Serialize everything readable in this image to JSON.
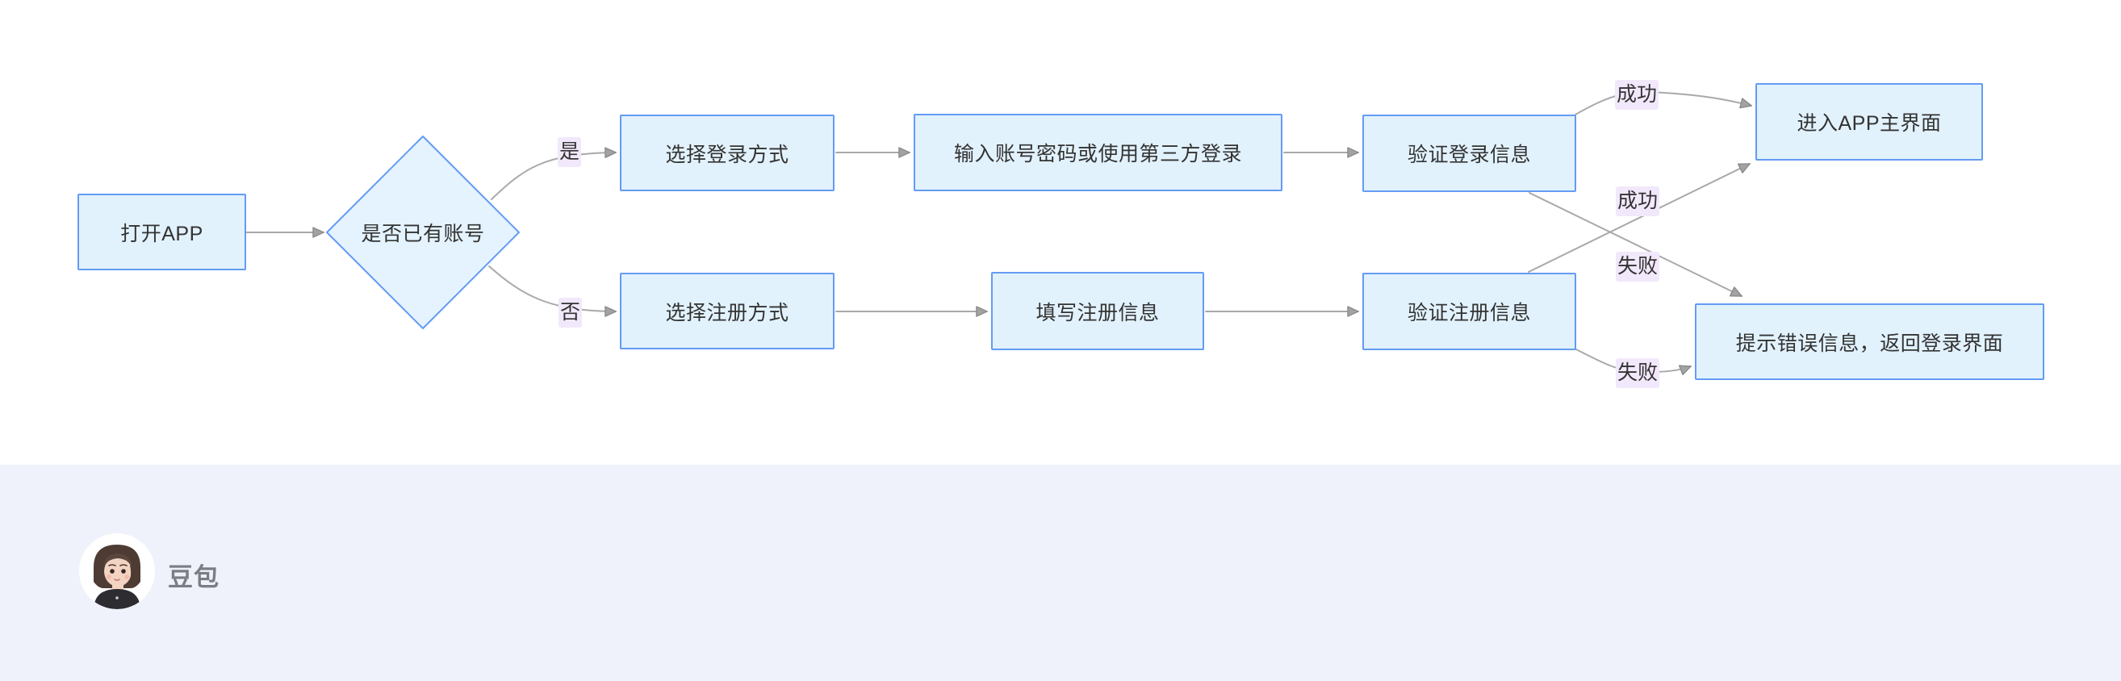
{
  "flowchart": {
    "nodes": {
      "open_app": {
        "label": "打开APP"
      },
      "has_account": {
        "label": "是否已有账号",
        "shape": "diamond"
      },
      "choose_login": {
        "label": "选择登录方式"
      },
      "input_account": {
        "label": "输入账号密码或使用第三方登录"
      },
      "verify_login": {
        "label": "验证登录信息"
      },
      "enter_main": {
        "label": "进入APP主界面"
      },
      "choose_register": {
        "label": "选择注册方式"
      },
      "fill_register": {
        "label": "填写注册信息"
      },
      "verify_register": {
        "label": "验证注册信息"
      },
      "error_message": {
        "label": "提示错误信息，返回登录界面"
      }
    },
    "edge_labels": {
      "yes": "是",
      "no": "否",
      "success": "成功",
      "fail": "失败"
    },
    "edges": [
      {
        "from": "open_app",
        "to": "has_account",
        "label": ""
      },
      {
        "from": "has_account",
        "to": "choose_login",
        "label": "是"
      },
      {
        "from": "has_account",
        "to": "choose_register",
        "label": "否"
      },
      {
        "from": "choose_login",
        "to": "input_account",
        "label": ""
      },
      {
        "from": "input_account",
        "to": "verify_login",
        "label": ""
      },
      {
        "from": "verify_login",
        "to": "enter_main",
        "label": "成功"
      },
      {
        "from": "verify_login",
        "to": "error_message",
        "label": "失败"
      },
      {
        "from": "choose_register",
        "to": "fill_register",
        "label": ""
      },
      {
        "from": "fill_register",
        "to": "verify_register",
        "label": ""
      },
      {
        "from": "verify_register",
        "to": "enter_main",
        "label": "成功"
      },
      {
        "from": "verify_register",
        "to": "error_message",
        "label": "失败"
      }
    ],
    "colors": {
      "node_fill": "#e2f2fd",
      "node_border": "#649bf4",
      "edge": "#a9a9a9",
      "edge_label_bg": "#f2e8fb",
      "text": "#333333"
    }
  },
  "footer": {
    "assistant_name": "豆包",
    "background": "#eff2fa"
  }
}
